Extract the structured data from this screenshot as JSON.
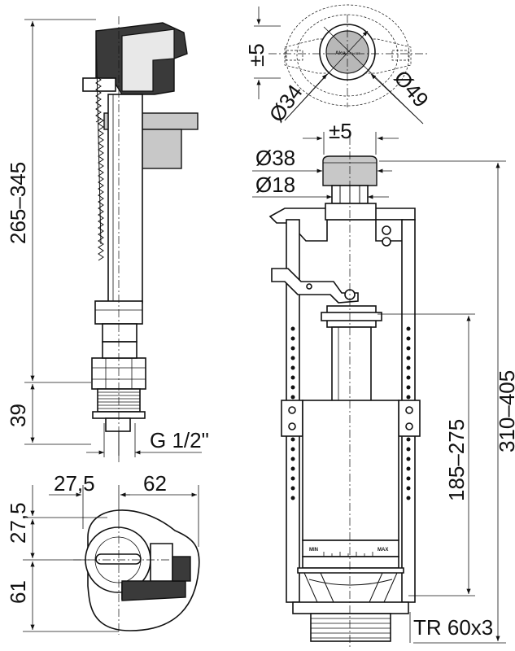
{
  "dimensions": {
    "fill_valve_height": "265–345",
    "fill_valve_thread_length": "39",
    "fill_valve_thread": "G 1/2\"",
    "top_tolerance": "±5",
    "dia_34": "Ø34",
    "dia_49": "Ø49",
    "button_tolerance": "±5",
    "dia_38": "Ø38",
    "dia_18": "Ø18",
    "flush_valve_height": "310–405",
    "flush_valve_overflow": "185–275",
    "flush_valve_thread": "TR 60x3",
    "plan_offset_x": "27,5",
    "plan_width": "62",
    "plan_offset_y": "27,5",
    "plan_depth": "61"
  },
  "labels": {
    "brand": "Alca",
    "brand_suffix": "PLAST",
    "scale_min": "MIN",
    "scale_max": "MAX"
  }
}
